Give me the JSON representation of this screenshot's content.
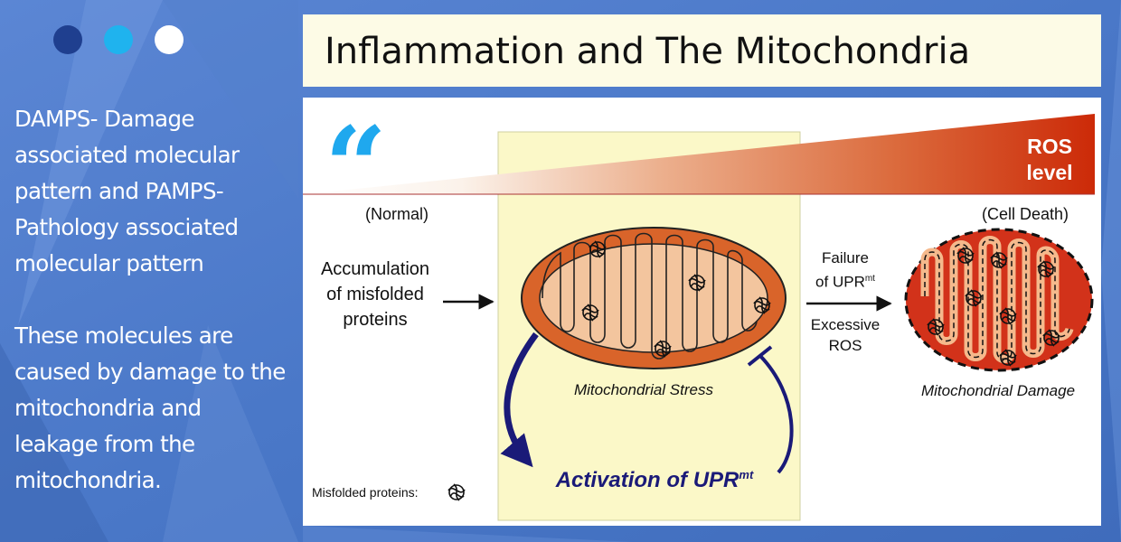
{
  "header_dots": [
    {
      "color": "#1f3f8f"
    },
    {
      "color": "#1fb3ee"
    },
    {
      "color": "#ffffff"
    }
  ],
  "sidebar": {
    "paragraph_1": "DAMPS- Damage associated molecular pattern and PAMPS- Pathology associated molecular pattern",
    "paragraph_2": "These molecules are caused by damage to the mitochondria and leakage from the mitochondria."
  },
  "title": "Inflammation and The Mitochondria",
  "quote_icon": {
    "glyph": "“",
    "color": "#1fa8ee"
  },
  "figure": {
    "ros_label_line1": "ROS",
    "ros_label_line2": "level",
    "normal_label": "(Normal)",
    "cell_death_label": "(Cell Death)",
    "accumulation_line1": "Accumulation",
    "accumulation_line2": "of misfolded",
    "accumulation_line3": "proteins",
    "failure_line1": "Failure",
    "failure_line2": "of UPR",
    "failure_sup": "mt",
    "excessive_line1": "Excessive",
    "excessive_line2": "ROS",
    "stress_label": "Mitochondrial Stress",
    "damage_label": "Mitochondrial Damage",
    "activation_label": "Activation of UPR",
    "activation_sup": "mt",
    "legend_label": "Misfolded proteins:",
    "colors": {
      "ros_gradient_start": "#ffffff",
      "ros_gradient_end": "#cc2a08",
      "stress_panel": "#fbf8c8",
      "mito_outer": "#d9642a",
      "mito_inner": "#f3c59e",
      "damage_outer": "#d2321a",
      "activation_arrow": "#1a1a78"
    }
  }
}
